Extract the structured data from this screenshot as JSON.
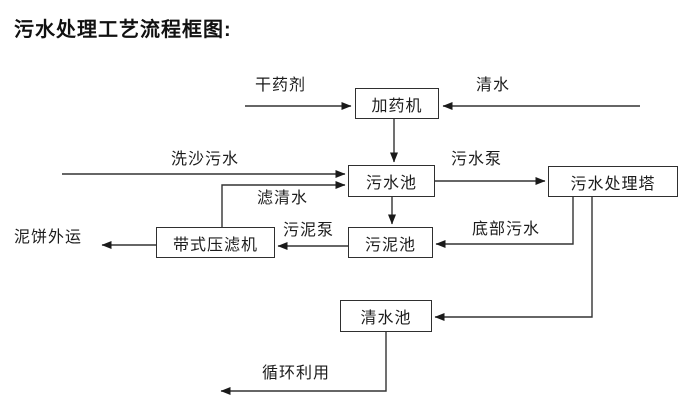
{
  "page": {
    "title": "污水处理工艺流程框图:",
    "background_color": "#ffffff",
    "line_color": "#333333",
    "text_color": "#1c1c1c"
  },
  "diagram": {
    "type": "flowchart",
    "nodes": [
      {
        "id": "dosing-machine",
        "label": "加药机"
      },
      {
        "id": "sewage-pool",
        "label": "污水池"
      },
      {
        "id": "treatment-tower",
        "label": "污水处理塔"
      },
      {
        "id": "sludge-pool",
        "label": "污泥池"
      },
      {
        "id": "belt-filter-press",
        "label": "带式压滤机"
      },
      {
        "id": "clean-water-pool",
        "label": "清水池"
      }
    ],
    "flow_labels": [
      {
        "id": "dry-agent",
        "label": "干药剂"
      },
      {
        "id": "clean-water-in",
        "label": "清水"
      },
      {
        "id": "sand-wash-sewage",
        "label": "洗沙污水"
      },
      {
        "id": "sewage-pump",
        "label": "污水泵"
      },
      {
        "id": "filtered-water",
        "label": "滤清水"
      },
      {
        "id": "sludge-pump",
        "label": "污泥泵"
      },
      {
        "id": "bottom-sewage",
        "label": "底部污水"
      },
      {
        "id": "mud-cake-out",
        "label": "泥饼外运"
      },
      {
        "id": "recycle-use",
        "label": "循环利用"
      }
    ],
    "edges": [
      {
        "from": "干药剂",
        "to": "加药机",
        "label": ""
      },
      {
        "from": "清水",
        "to": "加药机",
        "label": ""
      },
      {
        "from": "加药机",
        "to": "污水池",
        "label": ""
      },
      {
        "from": "洗沙污水",
        "to": "污水池",
        "label": ""
      },
      {
        "from": "带式压滤机",
        "to": "污水池",
        "label": "滤清水"
      },
      {
        "from": "污水池",
        "to": "污水处理塔",
        "label": "污水泵"
      },
      {
        "from": "污水池",
        "to": "污泥池",
        "label": ""
      },
      {
        "from": "污水处理塔",
        "to": "污泥池",
        "label": "底部污水"
      },
      {
        "from": "污泥池",
        "to": "带式压滤机",
        "label": "污泥泵"
      },
      {
        "from": "带式压滤机",
        "to": "泥饼外运",
        "label": ""
      },
      {
        "from": "污水处理塔",
        "to": "清水池",
        "label": ""
      },
      {
        "from": "清水池",
        "to": "循环利用",
        "label": ""
      }
    ]
  }
}
